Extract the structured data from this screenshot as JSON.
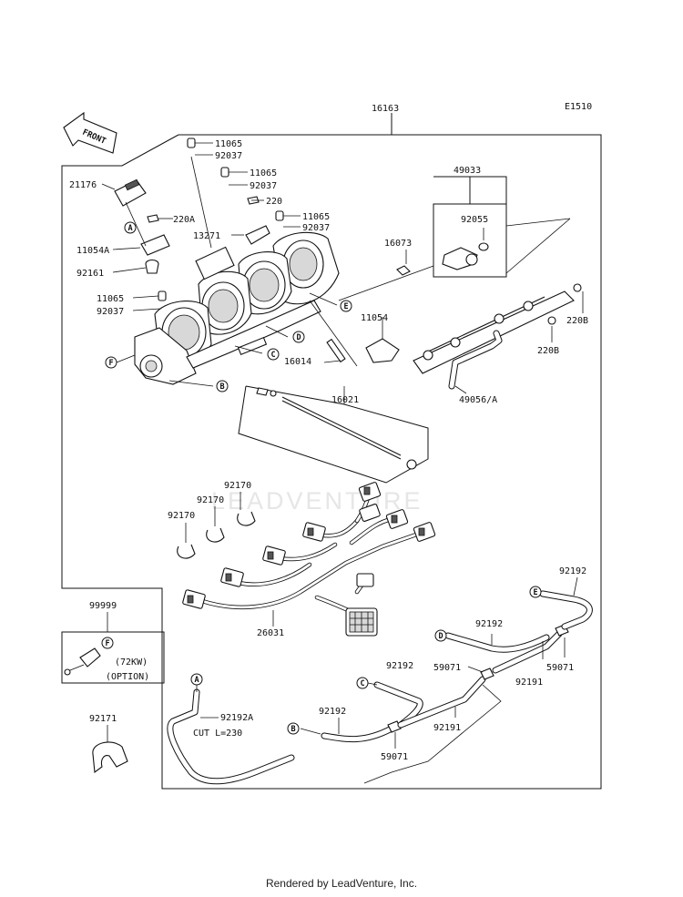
{
  "diagram": {
    "code": "E1510",
    "front_label": "FRONT",
    "watermark": "LEADVENTURE",
    "footer": "Rendered by LeadVenture, Inc.",
    "part_labels": {
      "p16163": "16163",
      "p21176": "21176",
      "p11054A": "11054A",
      "p92161": "92161",
      "p11065_a": "11065",
      "p92037_a": "92037",
      "p11065_b": "11065",
      "p92037_b": "92037",
      "p11065_c": "11065",
      "p92037_c": "92037",
      "p11065_d": "11065",
      "p92037_d": "92037",
      "p220A": "220A",
      "p220": "220",
      "p13271": "13271",
      "p49033": "49033",
      "p92055": "92055",
      "p16073": "16073",
      "p11054": "11054",
      "p220B_a": "220B",
      "p220B_b": "220B",
      "p49056A": "49056/A",
      "p16014": "16014",
      "p16021": "16021",
      "p92170_a": "92170",
      "p92170_b": "92170",
      "p92170_c": "92170",
      "p26031": "26031",
      "p99999": "99999",
      "p72kw": "(72KW)",
      "poption": "(OPTION)",
      "p92171": "92171",
      "p92192_e": "92192",
      "p92192_d": "92192",
      "p92192_c": "92192",
      "p92192_b": "92192",
      "p92192A": "92192A",
      "pcut": "CUT L=230",
      "p59071_a": "59071",
      "p59071_b": "59071",
      "p59071_c": "59071",
      "p92191_a": "92191",
      "p92191_b": "92191"
    },
    "callouts": {
      "A1": "A",
      "B1": "B",
      "C1": "C",
      "D1": "D",
      "E1": "E",
      "F1": "F",
      "A2": "A",
      "B2": "B",
      "C2": "C",
      "D2": "D",
      "E2": "E",
      "F2": "F"
    }
  }
}
